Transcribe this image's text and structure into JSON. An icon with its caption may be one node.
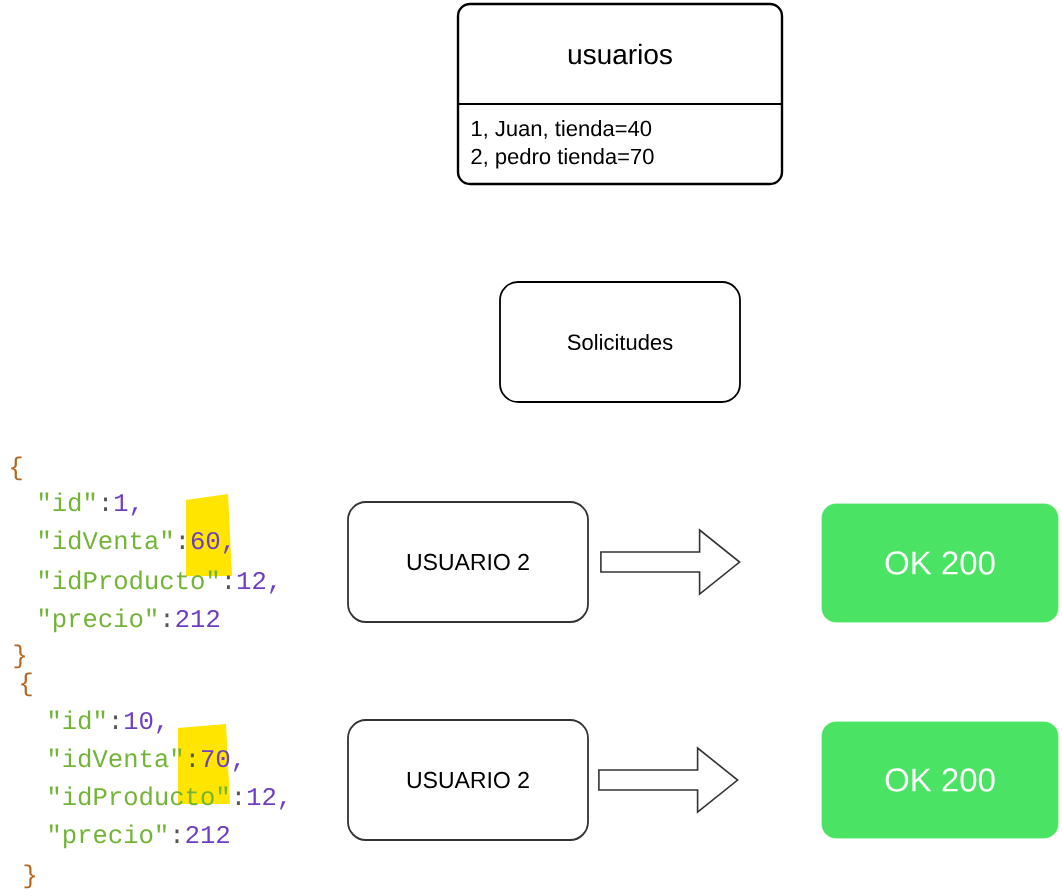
{
  "diagram": {
    "nodes": [
      {
        "text": [
          "usuarios",
          "1, Juan, tienda=40",
          "2, pedro tienda=70"
        ]
      },
      {
        "text": [
          "Solicitudes"
        ]
      },
      {
        "text": [
          "USUARIO 2"
        ]
      },
      {
        "text": [
          "OK 200"
        ]
      },
      {
        "text": [
          "USUARIO 2"
        ]
      },
      {
        "text": [
          "OK 200"
        ]
      }
    ],
    "edges": [
      {
        "from": 2,
        "to": 3,
        "arrow": "to"
      },
      {
        "from": 4,
        "to": 5,
        "arrow": "to"
      }
    ],
    "labels": [
      "{",
      "\"id\":1,",
      "\"idVenta\":60,",
      "\"idProducto\":12,",
      "\"precio\":212",
      "}",
      "{",
      "\"id\":10,",
      "\"idVenta\":70,",
      "\"idProducto\":12,",
      "\"precio\":212",
      "}"
    ]
  }
}
